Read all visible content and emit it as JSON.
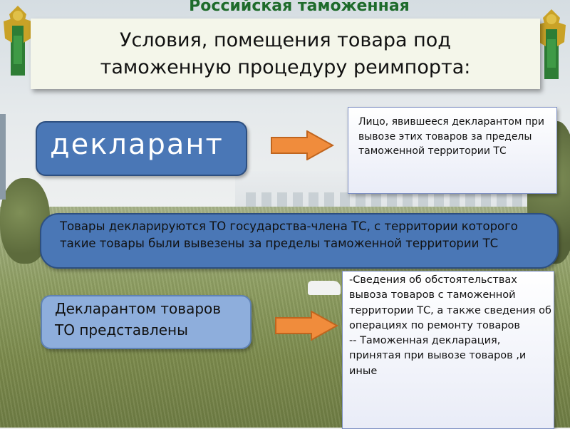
{
  "header": {
    "title": "Российская таможенная"
  },
  "title_card": {
    "line1": "Условия, помещения товара под",
    "line2": "таможенную процедуру реимпорта:"
  },
  "declarant_box": {
    "text": "декларант"
  },
  "info_box_1": {
    "text": "Лицо, явившееся декларантом при вывозе этих товаров за пределы таможенной территории ТС"
  },
  "wide_box": {
    "text": "Товары декларируются ТО государства-члена ТС, с территории которого такие товары были вывезены за пределы таможенной территории ТС"
  },
  "declarant_presents_box": {
    "text": "Декларантом товаров ТО представлены"
  },
  "info_box_2": {
    "item1": "-Сведения об обстоятельствах вывоза товаров с таможенной территории ТС, а также сведения об операциях по ремонту товаров",
    "item2": "-- Таможенная декларация, принятая при вывозе товаров ,и иные"
  },
  "colors": {
    "header_green": "#1e6b2b",
    "blue_box": "#4a77b6",
    "light_blue_box": "#8eaedc",
    "arrow_orange": "#f08c3c",
    "card_bg": "#f4f6ea"
  },
  "icons": {
    "emblem_left": "customs-emblem-icon",
    "emblem_right": "customs-emblem-icon",
    "arrow": "right-arrow-icon"
  }
}
